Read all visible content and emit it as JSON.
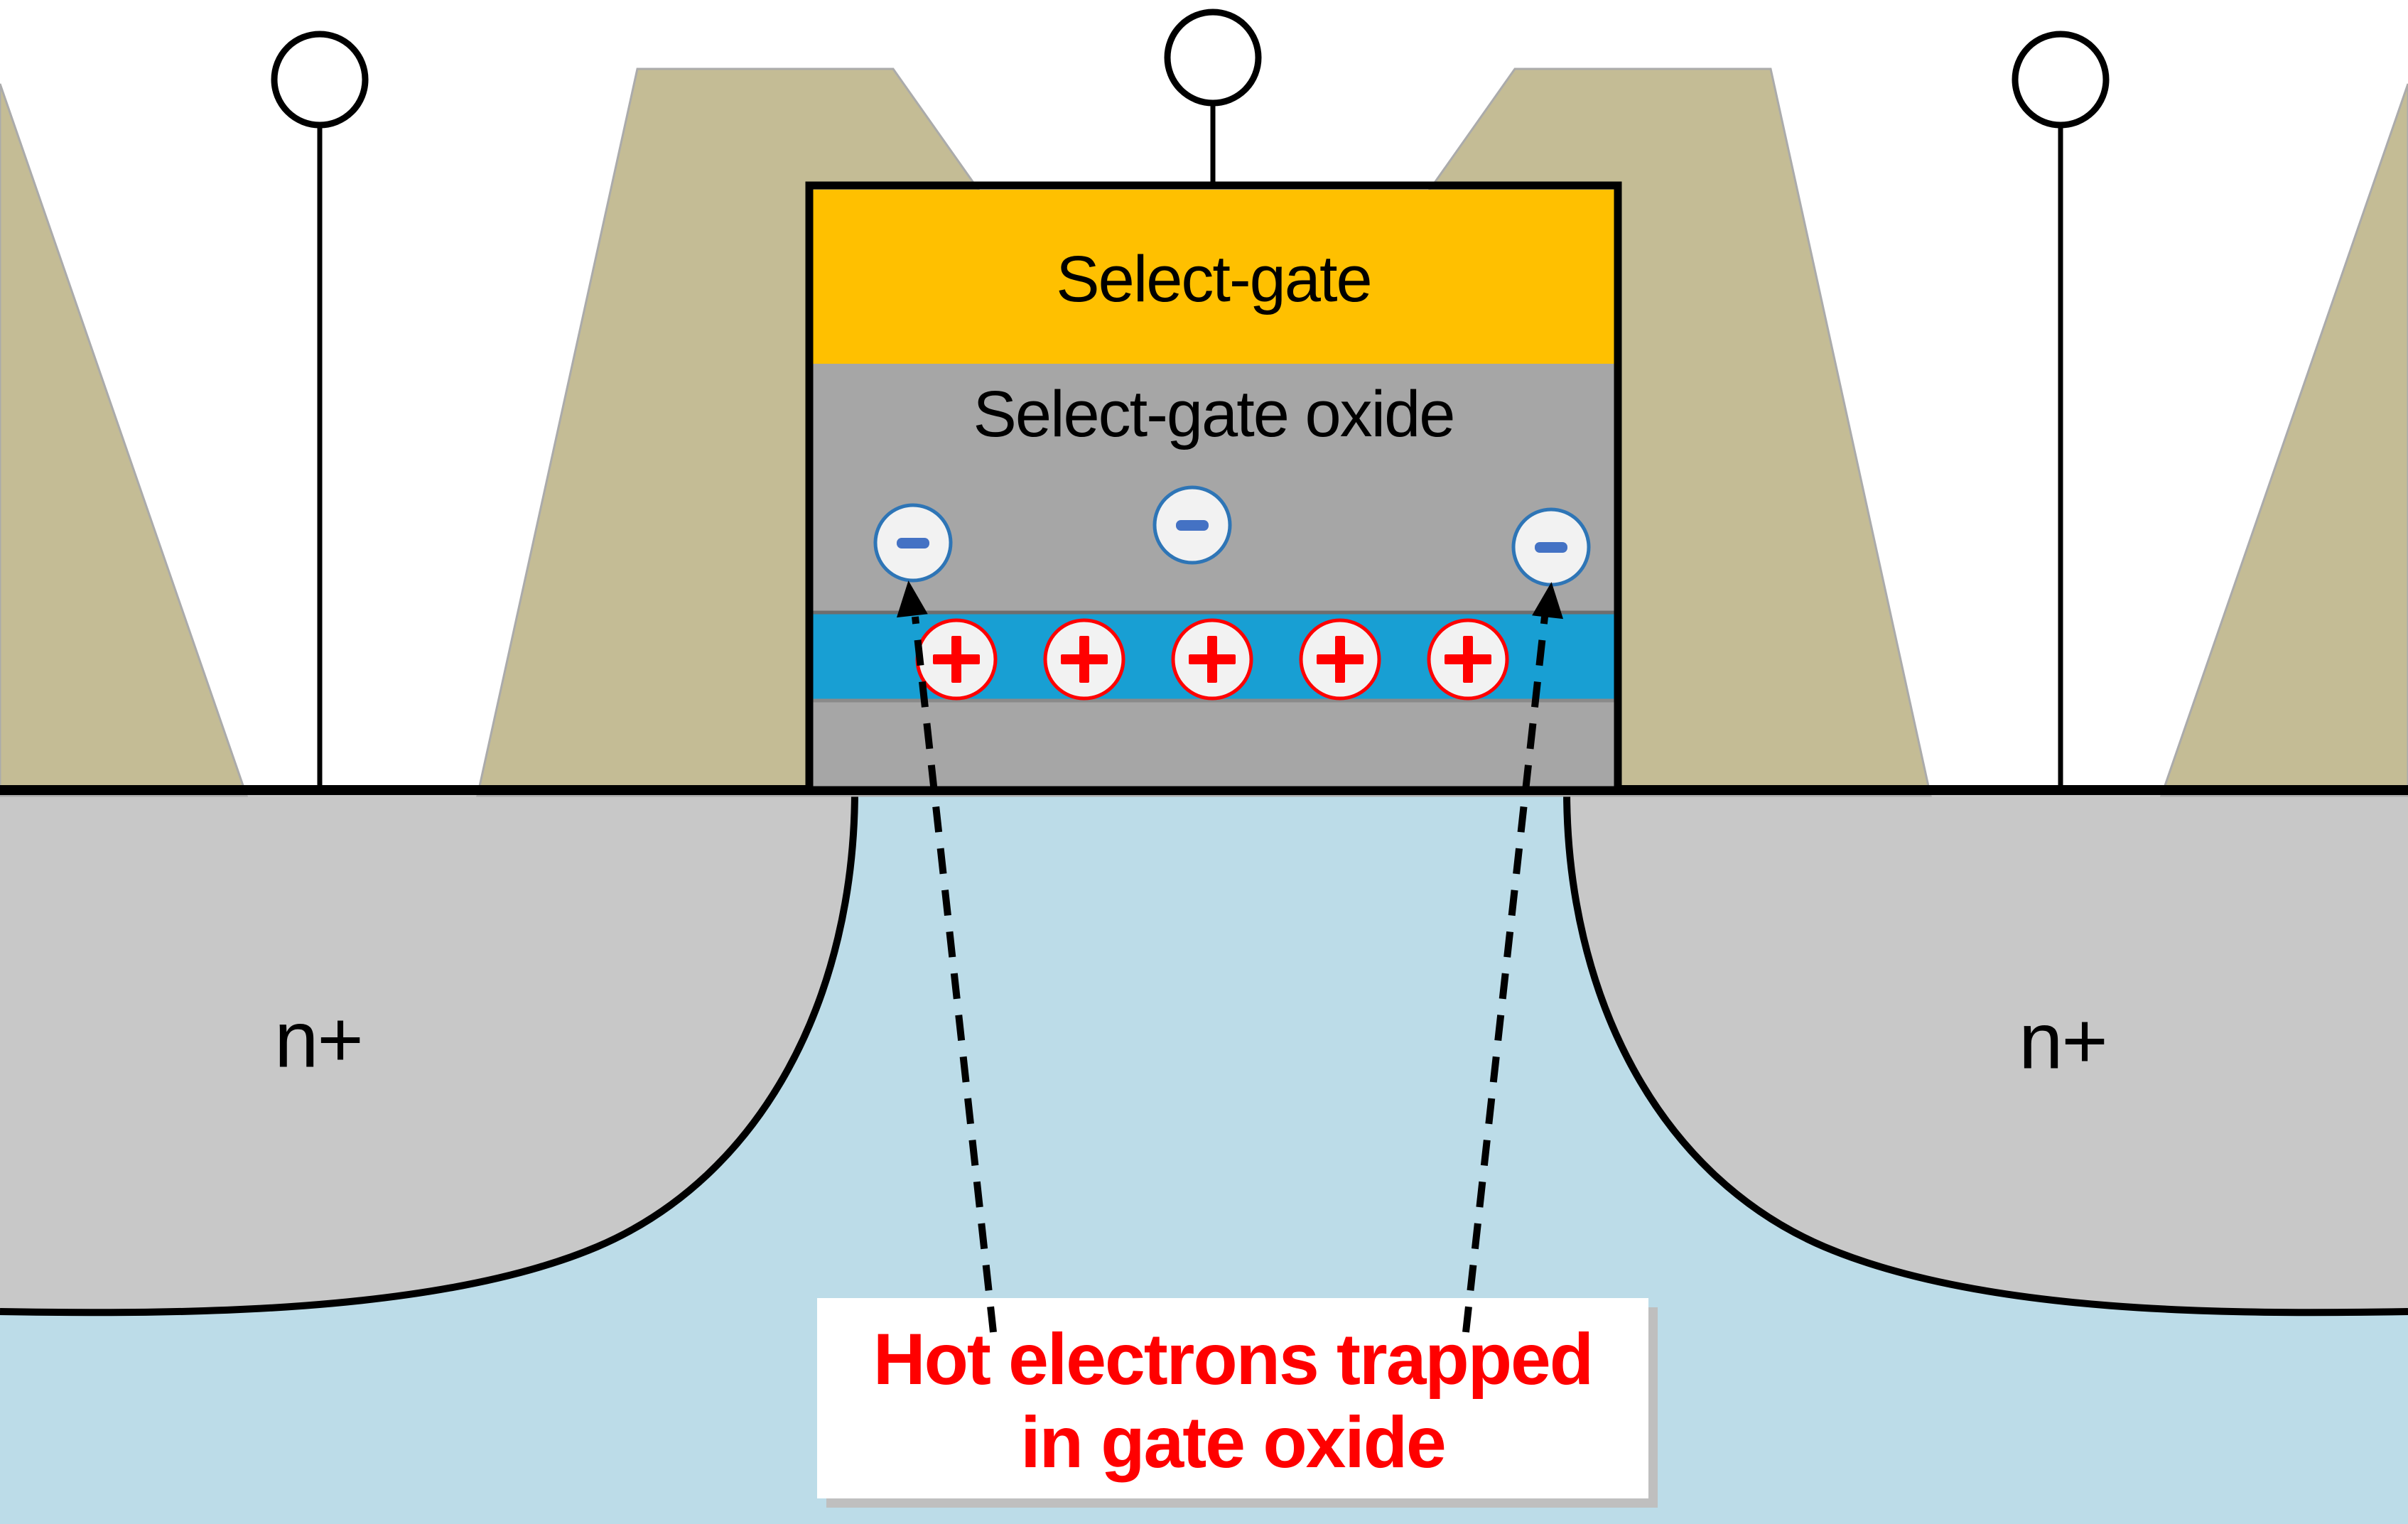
{
  "gate": {
    "label": "Select-gate",
    "oxide_label": "Select-gate oxide"
  },
  "regions": {
    "n_plus_left": "n+",
    "n_plus_right": "n+",
    "substrate": "",
    "channel": ""
  },
  "charges": {
    "electron_symbol": "−",
    "hole_symbol": "+",
    "electron_count": 3,
    "hole_count": 5
  },
  "annotation": {
    "line1": "Hot electrons trapped",
    "line2": "in gate oxide"
  },
  "colors": {
    "background": "#FFFFFF",
    "substrate_blue": "#BCDCE8",
    "n_plus_gray": "#C8C8C8",
    "contact_tan": "#C4BC95",
    "contact_outline": "#ABABAB",
    "gate_yellow": "#FFC000",
    "oxide_gray": "#A6A6A6",
    "channel_blue": "#189FD3",
    "outline_black": "#000000",
    "electron_ring_blue": "#2E75B6",
    "charge_fill": "#F2F2F2",
    "minus_bar_blue": "#4472C4",
    "plus_red": "#FF0000",
    "annotation_red": "#FF0000",
    "annotation_box": "#FFFFFF",
    "annotation_shadow": "#BFBFBF"
  }
}
